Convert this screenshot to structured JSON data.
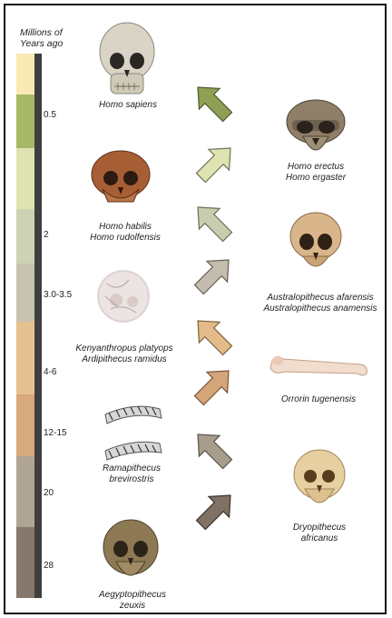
{
  "scale": {
    "title_line1": "Millions of",
    "title_line2": "Years ago",
    "labels": [
      "0.5",
      "2",
      "3.0-3.5",
      "4-6",
      "12-15",
      "20",
      "28"
    ]
  },
  "colors": {
    "segments": [
      "#fbe9b3",
      "#a9b866",
      "#dfe3b2",
      "#cdd2b3",
      "#c9c2b0",
      "#e7c08f",
      "#d8a97b",
      "#b0a595",
      "#86786a"
    ]
  },
  "species": [
    {
      "line1": "Homo sapiens",
      "line2": ""
    },
    {
      "line1": "Homo erectus",
      "line2": "Homo ergaster"
    },
    {
      "line1": "Homo habilis",
      "line2": "Homo rudolfensis"
    },
    {
      "line1": "Australopithecus afarensis",
      "line2": "Australopithecus anamensis"
    },
    {
      "line1": "Kenyanthropus platyops",
      "line2": "Ardipithecus ramidus"
    },
    {
      "line1": "Orrorin tugenensis",
      "line2": ""
    },
    {
      "line1": "Ramapithecus",
      "line2": "brevirostris"
    },
    {
      "line1": "Dryopithecus",
      "line2": "africanus"
    },
    {
      "line1": "Aegyptopithecus",
      "line2": "zeuxis"
    }
  ]
}
